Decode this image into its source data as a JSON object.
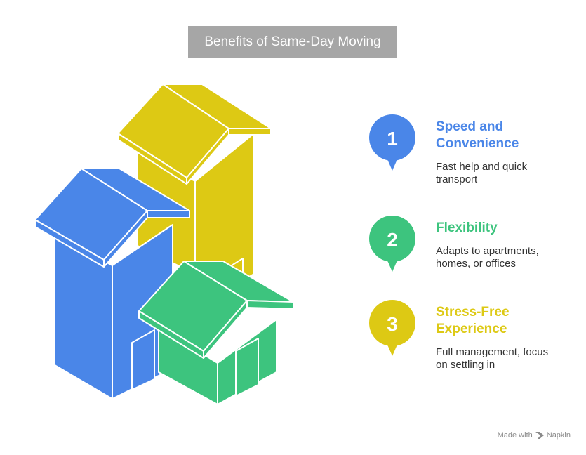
{
  "title": "Benefits of Same-Day Moving",
  "colors": {
    "blue": "#4a86e8",
    "green": "#3dc47e",
    "yellow": "#ddc914",
    "title_bg": "#a6a6a6"
  },
  "items": [
    {
      "number": "1",
      "title": "Speed and Convenience",
      "title_line1": "Speed and",
      "title_line2": "Convenience",
      "description_line1": "Fast help and quick",
      "description_line2": "transport",
      "color": "#4a86e8"
    },
    {
      "number": "2",
      "title": "Flexibility",
      "title_line1": "Flexibility",
      "title_line2": "",
      "description_line1": "Adapts to apartments,",
      "description_line2": "homes, or offices",
      "color": "#3dc47e"
    },
    {
      "number": "3",
      "title": "Stress-Free Experience",
      "title_line1": "Stress-Free",
      "title_line2": "Experience",
      "description_line1": "Full management, focus",
      "description_line2": "on settling in",
      "color": "#ddc914"
    }
  ],
  "footer": {
    "made_with": "Made with",
    "brand": "Napkin",
    "icon": "napkin-logo-icon"
  }
}
